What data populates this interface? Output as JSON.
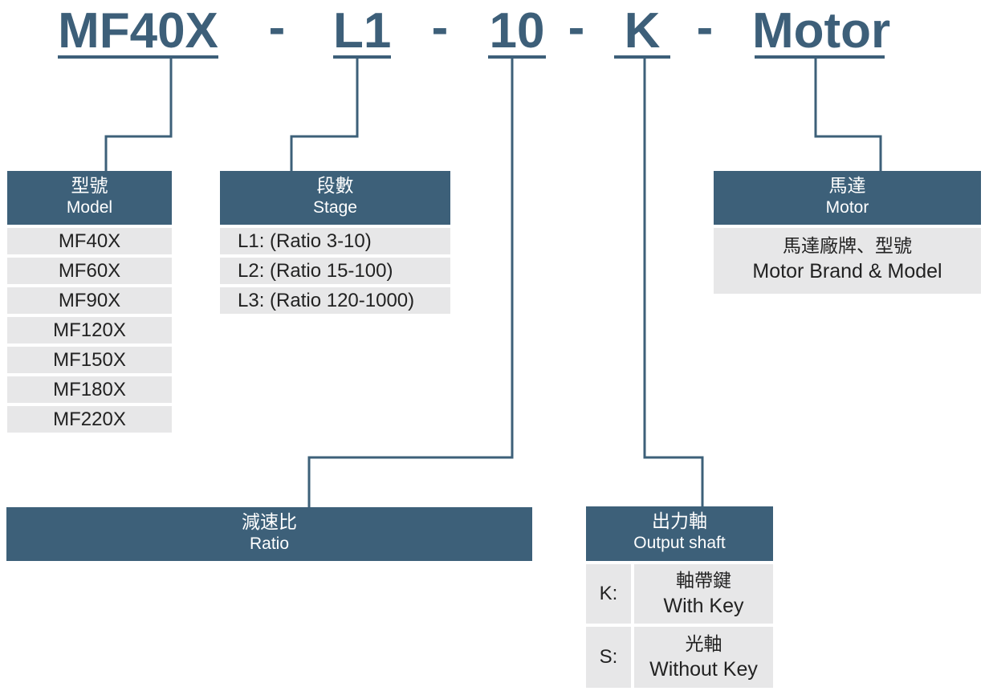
{
  "code": {
    "model": "MF40X",
    "stage": "L1",
    "ratio": "10",
    "shaft": "K",
    "motor": "Motor",
    "separator": "-"
  },
  "model_box": {
    "zh": "型號",
    "en": "Model",
    "items": [
      "MF40X",
      "MF60X",
      "MF90X",
      "MF120X",
      "MF150X",
      "MF180X",
      "MF220X"
    ]
  },
  "stage_box": {
    "zh": "段數",
    "en": "Stage",
    "items": [
      "L1: (Ratio 3-10)",
      "L2: (Ratio 15-100)",
      "L3: (Ratio 120-1000)"
    ]
  },
  "motor_box": {
    "zh": "馬達",
    "en": "Motor",
    "detail_zh": "馬達廠牌、型號",
    "detail_en": "Motor Brand & Model"
  },
  "ratio_box": {
    "zh": "減速比",
    "en": "Ratio"
  },
  "shaft_box": {
    "zh": "出力軸",
    "en": "Output shaft",
    "options": [
      {
        "key": "K:",
        "zh": "軸帶鍵",
        "en": "With Key"
      },
      {
        "key": "S:",
        "zh": "光軸",
        "en": "Without Key"
      }
    ]
  },
  "colors": {
    "accent": "#3d6079",
    "cell_bg": "#e7e7e8",
    "text": "#222222"
  }
}
